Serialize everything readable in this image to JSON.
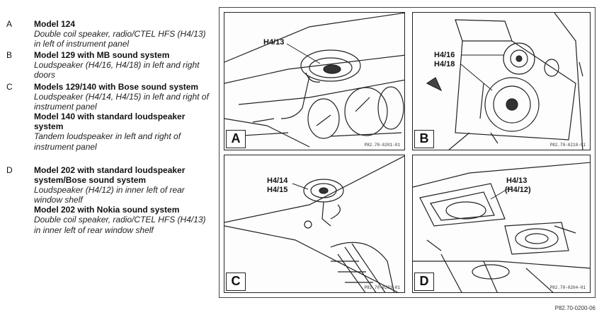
{
  "legend": [
    {
      "letter": "A",
      "items": [
        {
          "heading": "Model 124",
          "desc": "Double coil speaker, radio/CTEL HFS (H4/13) in left of instrument panel"
        }
      ]
    },
    {
      "letter": "B",
      "items": [
        {
          "heading": "Model 129 with MB sound system",
          "desc": "Loudspeaker (H4/16, H4/18) in left and right doors"
        }
      ]
    },
    {
      "letter": "C",
      "items": [
        {
          "heading": "Models 129/140 with Bose sound system",
          "desc": "Loudspeaker (H4/14, H4/15) in left and right of instrument panel"
        },
        {
          "heading": "Model 140 with standard loudspeaker system",
          "desc": "Tandem loudspeaker in left and right of instrument panel"
        }
      ]
    },
    {
      "letter": "D",
      "items": [
        {
          "heading": "Model 202 with standard loudspeaker system/Bose sound system",
          "desc": "Loudspeaker (H4/12) in inner left of rear window shelf"
        },
        {
          "heading": "Model 202 with Nokia sound system",
          "desc": "Double coil speaker, radio/CTEL HFS (H4/13) in inner left of rear window shelf"
        }
      ]
    }
  ],
  "panels": {
    "a": {
      "letter": "A",
      "callout": "H4/13",
      "ref": "P82.70-0201-01"
    },
    "b": {
      "letter": "B",
      "callout_1": "H4/16",
      "callout_2": "H4/18",
      "ref": "P82.70-0210-01"
    },
    "c": {
      "letter": "C",
      "callout_1": "H4/14",
      "callout_2": "H4/15",
      "ref": "P82.70-0203-01"
    },
    "d": {
      "letter": "D",
      "callout_1": "H4/13",
      "callout_2": "(H4/12)",
      "ref": "P82.70-0204-01"
    }
  },
  "sheet_ref": "P82.70-0200-06"
}
